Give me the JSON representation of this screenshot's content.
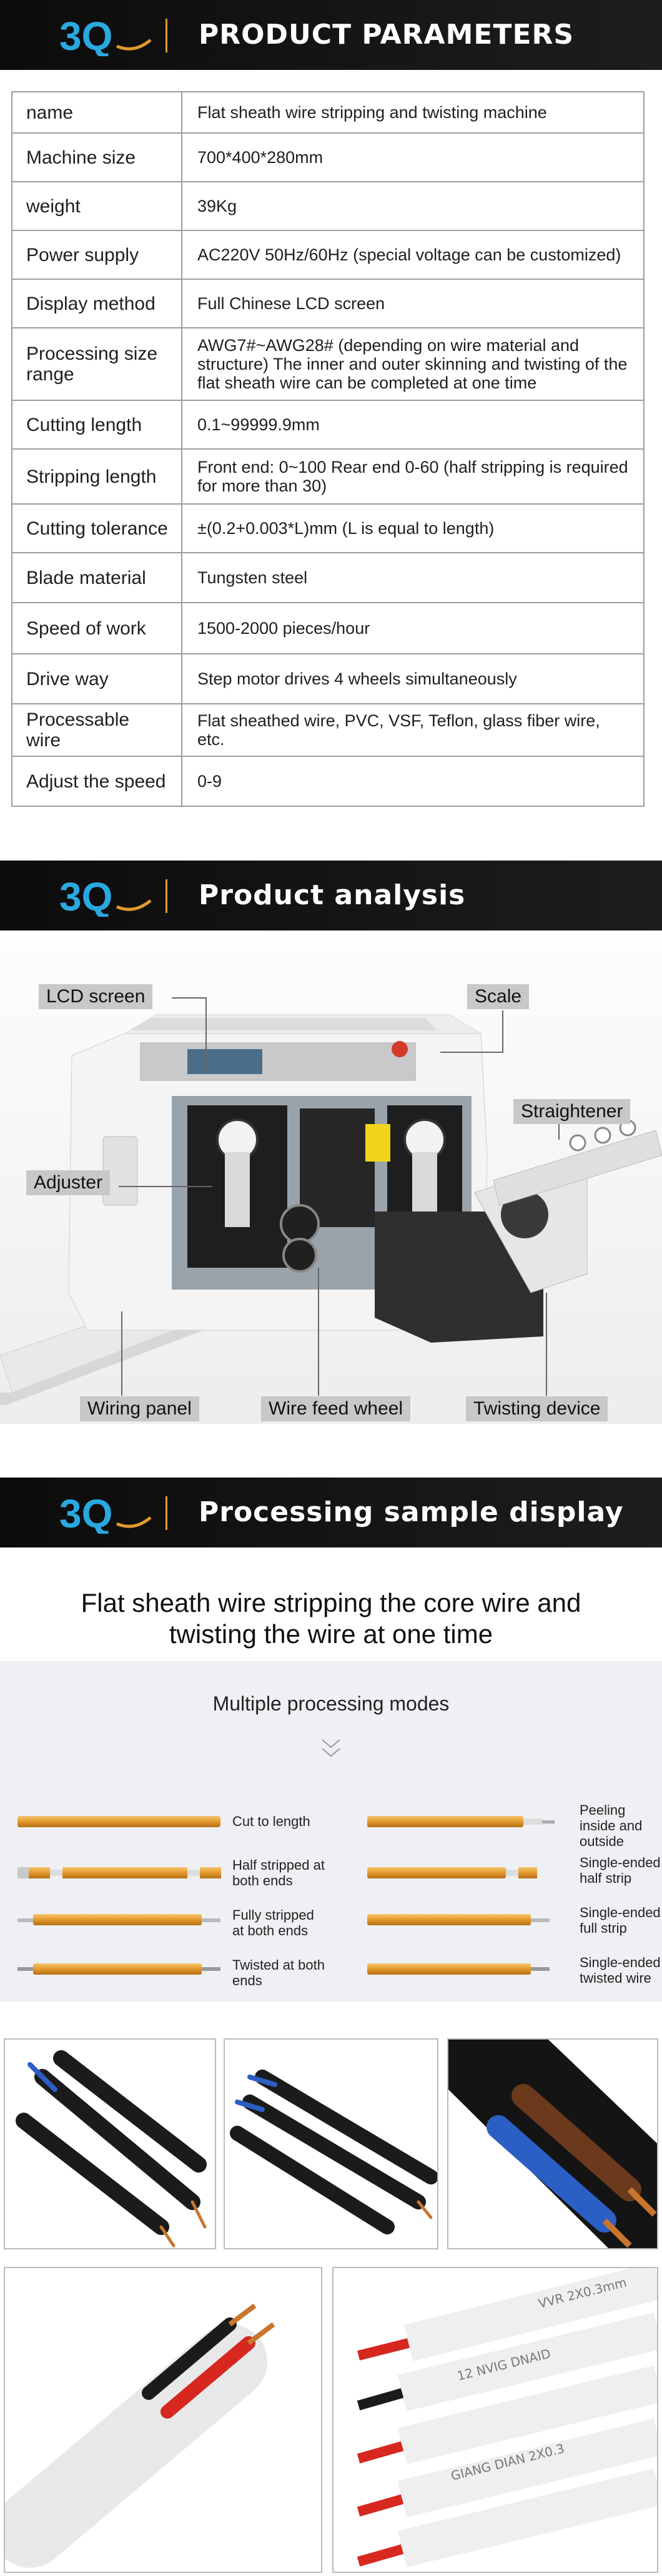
{
  "brand": {
    "logo_text": "3Q",
    "accent": "#e39a2d",
    "logo_blue": "#2aa8e0"
  },
  "sections": {
    "params_title": "PRODUCT PARAMETERS",
    "analysis_title": "Product analysis",
    "samples_title": "Processing sample display"
  },
  "params": [
    {
      "name": "name",
      "value": "Flat sheath wire stripping and twisting machine"
    },
    {
      "name": "Machine size",
      "value": "700*400*280mm"
    },
    {
      "name": "weight",
      "value": "39Kg"
    },
    {
      "name": "Power supply",
      "value": "AC220V 50Hz/60Hz (special voltage can be customized)"
    },
    {
      "name": "Display method",
      "value": "Full Chinese LCD screen"
    },
    {
      "name": "Processing size range",
      "value": "AWG7#~AWG28# (depending on wire material and structure) The inner and outer skinning and twisting of the flat sheath wire can be completed at one time"
    },
    {
      "name": "Cutting length",
      "value": "0.1~99999.9mm"
    },
    {
      "name": "Stripping length",
      "value": "Front end: 0~100 Rear end 0-60 (half stripping is required for more than 30)"
    },
    {
      "name": "Cutting tolerance",
      "value": "±(0.2+0.003*L)mm (L is equal to length)"
    },
    {
      "name": "Blade material",
      "value": "Tungsten steel"
    },
    {
      "name": "Speed of work",
      "value": "1500-2000 pieces/hour"
    },
    {
      "name": "Drive way",
      "value": "Step motor drives 4 wheels simultaneously"
    },
    {
      "name": "Processable wire",
      "value": "Flat sheathed wire, PVC, VSF, Teflon, glass fiber wire, etc."
    },
    {
      "name": "Adjust the speed",
      "value": "0-9"
    }
  ],
  "analysis": {
    "callouts": {
      "lcd": "LCD screen",
      "scale": "Scale",
      "straightener": "Straightener",
      "adjuster": "Adjuster",
      "wiring_panel": "Wiring panel",
      "wire_feed": "Wire feed wheel",
      "twisting": "Twisting device"
    }
  },
  "samples": {
    "headline": "Flat sheath wire stripping the core wire and twisting the wire at one time",
    "modes_title": "Multiple processing modes",
    "modes_left": [
      "Cut to length",
      "Half stripped at both ends",
      "Fully stripped at both ends",
      "Twisted at both ends"
    ],
    "modes_right": [
      "Peeling inside and outside",
      "Single-ended half strip",
      "Single-ended full strip",
      "Single-ended twisted wire"
    ],
    "wire_printing": [
      "VVR 2X0.3mm",
      "12 NVIG DNAID",
      "GIANG DIAN 2X0.3"
    ]
  }
}
